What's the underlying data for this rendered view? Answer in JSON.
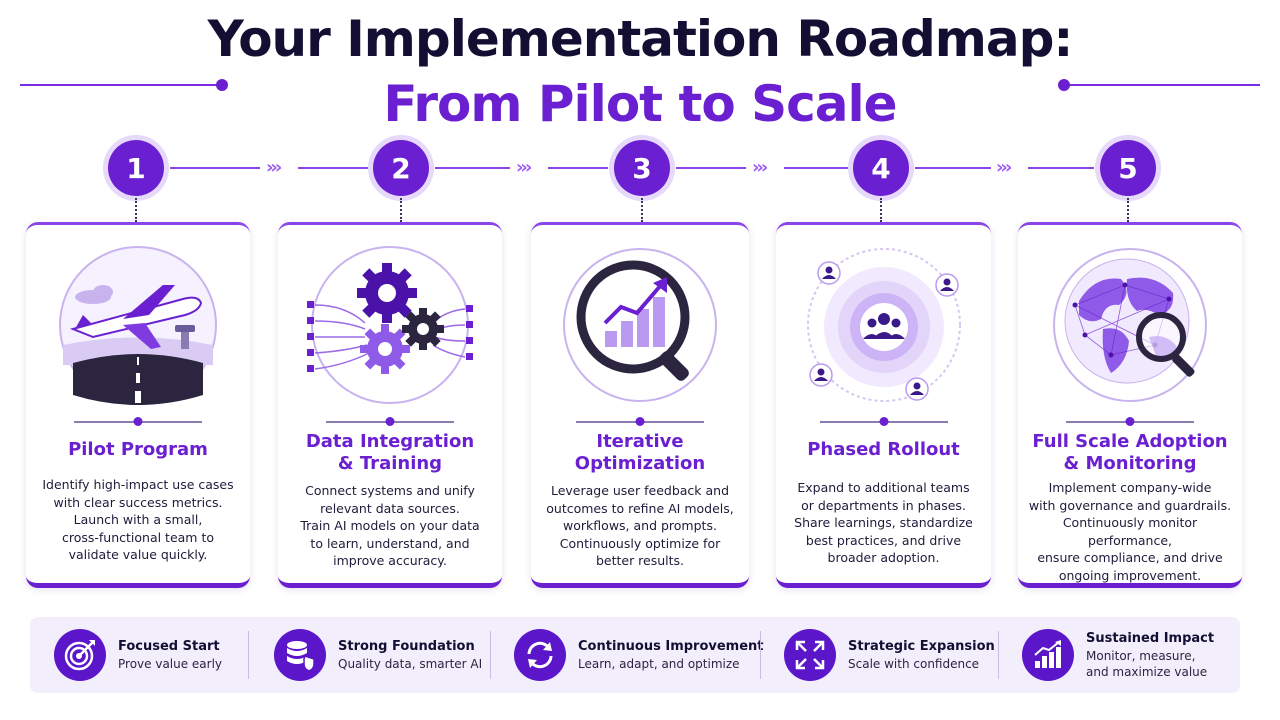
{
  "header": {
    "title_line1": "Your Implementation Roadmap:",
    "title_line2": "From Pilot to Scale"
  },
  "steps": [
    {
      "number": "1",
      "title": "Pilot Program",
      "desc": "Identify high-impact use cases\nwith clear success metrics.\nLaunch with a small,\ncross-functional team to\nvalidate value quickly.",
      "icon": "airplane-takeoff-icon"
    },
    {
      "number": "2",
      "title": "Data Integration\n& Training",
      "desc": "Connect systems and unify\nrelevant data sources.\nTrain AI models on your data\nto learn, understand, and\nimprove accuracy.",
      "icon": "gears-data-icon"
    },
    {
      "number": "3",
      "title": "Iterative\nOptimization",
      "desc": "Leverage user feedback and\noutcomes to refine AI models,\nworkflows, and prompts.\nContinuously optimize for\nbetter results.",
      "icon": "magnifier-chart-icon"
    },
    {
      "number": "4",
      "title": "Phased Rollout",
      "desc": "Expand to additional teams\nor departments in phases.\nShare learnings, standardize\nbest practices, and drive\nbroader adoption.",
      "icon": "team-expansion-icon"
    },
    {
      "number": "5",
      "title": "Full Scale Adoption\n& Monitoring",
      "desc": "Implement company-wide\nwith governance and guardrails.\nContinuously monitor performance,\nensure compliance, and drive\nongoing improvement.",
      "icon": "globe-magnifier-icon"
    }
  ],
  "benefits": [
    {
      "title": "Focused Start",
      "subtitle": "Prove value early",
      "icon": "target-icon"
    },
    {
      "title": "Strong Foundation",
      "subtitle": "Quality data, smarter AI",
      "icon": "database-shield-icon"
    },
    {
      "title": "Continuous Improvement",
      "subtitle": "Learn, adapt, and optimize",
      "icon": "refresh-icon"
    },
    {
      "title": "Strategic Expansion",
      "subtitle": "Scale with confidence",
      "icon": "expand-icon"
    },
    {
      "title": "Sustained Impact",
      "subtitle": "Monitor, measure,\nand maximize value",
      "icon": "growth-chart-icon"
    }
  ],
  "colors": {
    "accent": "#6a1fd1",
    "accent_light": "#e6d9fb",
    "dark": "#120f33"
  }
}
